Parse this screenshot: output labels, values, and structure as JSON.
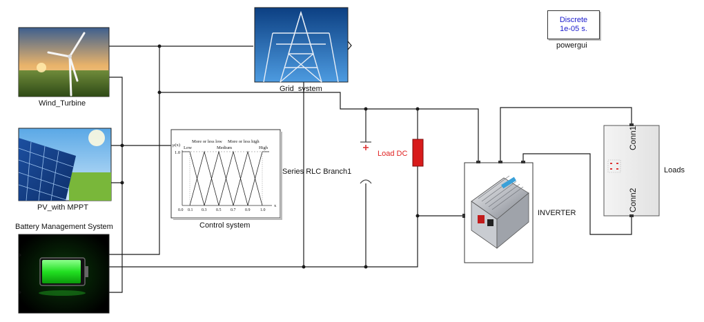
{
  "blocks": {
    "wind_turbine": "Wind_Turbine",
    "pv": "PV_with MPPT",
    "battery": "Battery Management System",
    "grid": "Grid_system",
    "control": "Control system",
    "rlc": "Series RLC Branch1",
    "load_dc": "Load DC",
    "inverter": "INVERTER",
    "loads": "Loads",
    "conn1": "Conn1",
    "conn2": "Conn2",
    "powergui": "powergui",
    "powergui_mode": "Discrete",
    "powergui_step": "1e-05 s."
  },
  "fuzzy": {
    "set_labels": [
      "Low",
      "Medium",
      "High"
    ],
    "upper_labels": [
      "More or less low",
      "More or less high"
    ],
    "y_label": "μ(x)",
    "y_tick": "1.0",
    "x_label": "x",
    "x_ticks": [
      "0.0",
      "0.1",
      "0.3",
      "0.5",
      "0.7",
      "0.9",
      "1.0"
    ]
  },
  "colors": {
    "wire": "#1a1a1a",
    "load_dc_fill": "#d81b1b",
    "load_dc_text": "#e02020",
    "powergui_text": "#1a1acc",
    "battery_glow": "#3cff3c"
  }
}
